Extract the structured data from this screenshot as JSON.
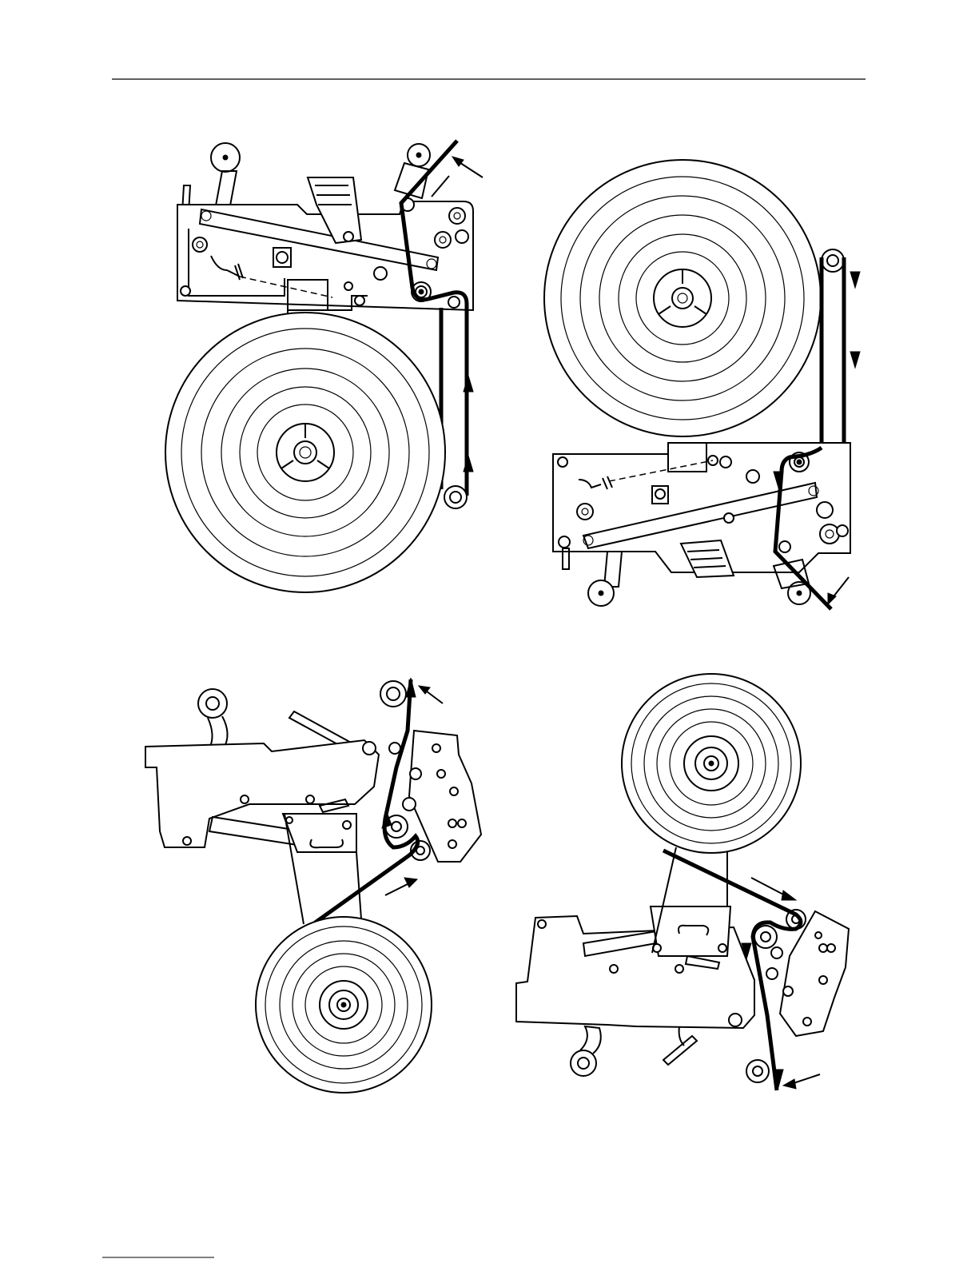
{
  "page": {
    "header_rule": true,
    "footer_rule": true
  },
  "figures": [
    {
      "id": "top-left",
      "label": "",
      "description": ""
    },
    {
      "id": "top-right",
      "label": "",
      "description": ""
    },
    {
      "id": "bottom-left",
      "label": "",
      "description": ""
    },
    {
      "id": "bottom-right",
      "label": "",
      "description": ""
    }
  ],
  "colors": {
    "ink": "#000000",
    "paper": "#ffffff"
  }
}
